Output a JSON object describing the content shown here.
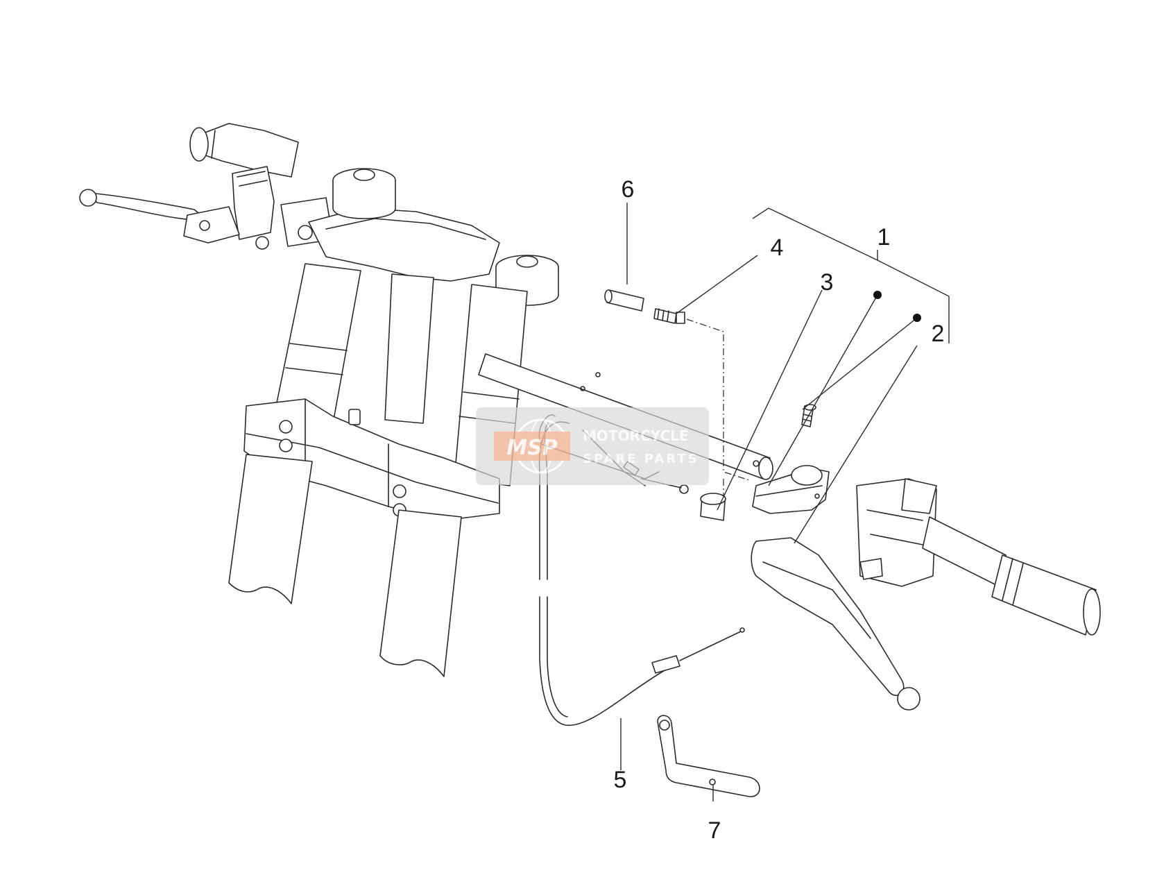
{
  "callouts": [
    {
      "id": "1",
      "label": "1"
    },
    {
      "id": "2",
      "label": "2"
    },
    {
      "id": "3",
      "label": "3"
    },
    {
      "id": "4",
      "label": "4"
    },
    {
      "id": "5",
      "label": "5"
    },
    {
      "id": "6",
      "label": "6"
    },
    {
      "id": "7",
      "label": "7"
    }
  ],
  "watermark": {
    "logo_text": "MSP",
    "line1": "MOTORCYCLE",
    "line2": "SPARE PARTS"
  },
  "colors": {
    "line": "#2a2a2a",
    "watermark_box": "#d9d9d9",
    "watermark_logo": "#f2b493"
  }
}
